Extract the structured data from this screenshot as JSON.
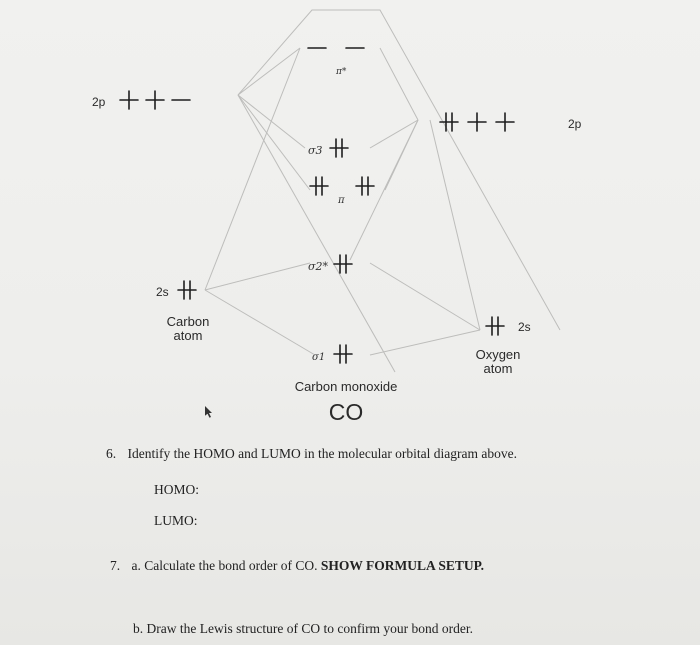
{
  "diagram": {
    "carbon_2p_label": "2p",
    "carbon_2s_label": "2s",
    "carbon_atom_line1": "Carbon",
    "carbon_atom_line2": "atom",
    "oxygen_2p_label": "2p",
    "oxygen_2s_label": "2s",
    "oxygen_atom_line1": "Oxygen",
    "oxygen_atom_line2": "atom",
    "pi_star_label": "π*",
    "sigma3_label": "σ3",
    "pi_label": "π",
    "sigma2_star_label": "σ2*",
    "sigma1_label": "σ1",
    "molecule_name": "Carbon monoxide",
    "molecule_formula": "CO",
    "orbitals": {
      "carbon_2p": [
        "up",
        "up",
        "empty"
      ],
      "carbon_2s": [
        "pair"
      ],
      "oxygen_2p": [
        "pair",
        "up",
        "up"
      ],
      "oxygen_2s": [
        "pair"
      ],
      "pi_star": [
        "empty",
        "empty"
      ],
      "sigma3": [
        "pair"
      ],
      "pi": [
        "pair",
        "pair"
      ],
      "sigma2_star": [
        "pair"
      ],
      "sigma1": [
        "pair"
      ]
    }
  },
  "questions": {
    "q6_number": "6.",
    "q6_text": "Identify the HOMO and LUMO in the molecular orbital diagram above.",
    "homo_label": "HOMO:",
    "lumo_label": "LUMO:",
    "q7_number": "7.",
    "q7a_text": "a. Calculate the bond order of CO.",
    "q7a_bold": "SHOW FORMULA SETUP.",
    "q7b_text": "b. Draw the Lewis structure of CO to confirm your bond order."
  }
}
